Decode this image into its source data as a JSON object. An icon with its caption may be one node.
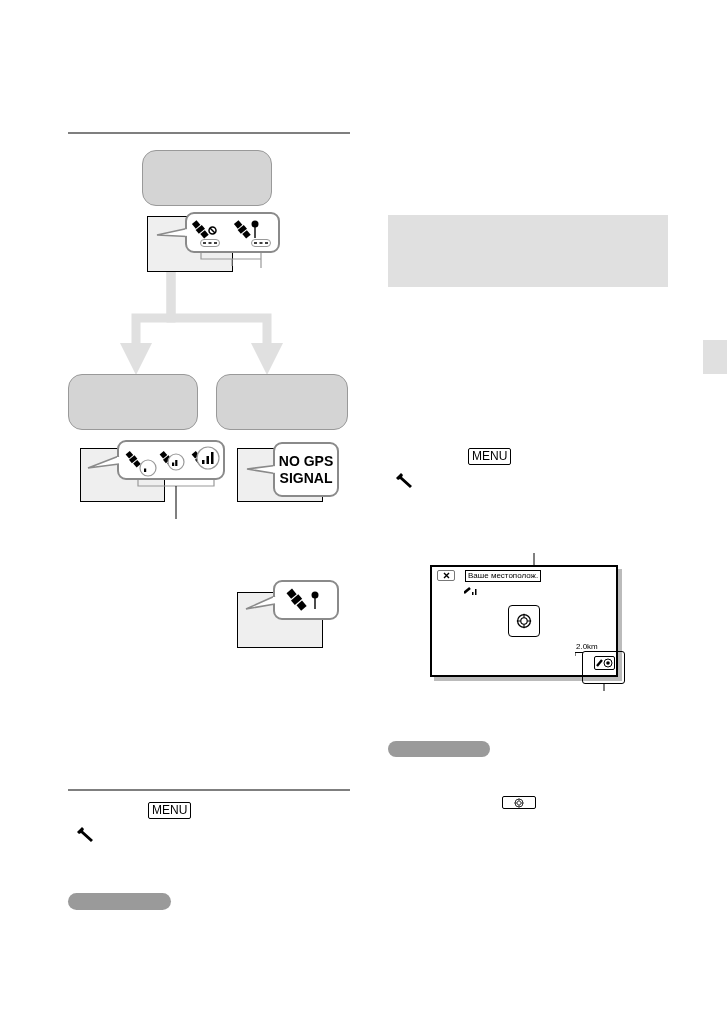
{
  "diagram": {
    "nodes": [
      {
        "text": [],
        "shape": "box"
      },
      {
        "text": [],
        "shape": "box"
      },
      {
        "text": [],
        "shape": "box"
      },
      {
        "text": [],
        "shape": "box"
      },
      {
        "text": [
          "NO GPS SIGNAL"
        ]
      },
      {
        "text": [],
        "shape": "bar"
      },
      {
        "text": [],
        "shape": "box"
      },
      {
        "text": [],
        "shape": "box"
      },
      {
        "text": [],
        "shape": "bar"
      }
    ],
    "edges": [
      {
        "from": 1,
        "to": 2,
        "arrow": "to",
        "style": "thick",
        "color": "#e0e0e0"
      },
      {
        "from": 1,
        "to": 3,
        "arrow": "to",
        "style": "thick",
        "color": "#e0e0e0"
      },
      {
        "from": null,
        "to": 6,
        "arrow": "none",
        "color": "#000000"
      },
      {
        "from": null,
        "to": 7,
        "arrow": "none",
        "color": "#000000"
      }
    ],
    "labels": [
      "MENU",
      "MENU",
      "Ваше местополож.",
      "2.0km"
    ]
  }
}
